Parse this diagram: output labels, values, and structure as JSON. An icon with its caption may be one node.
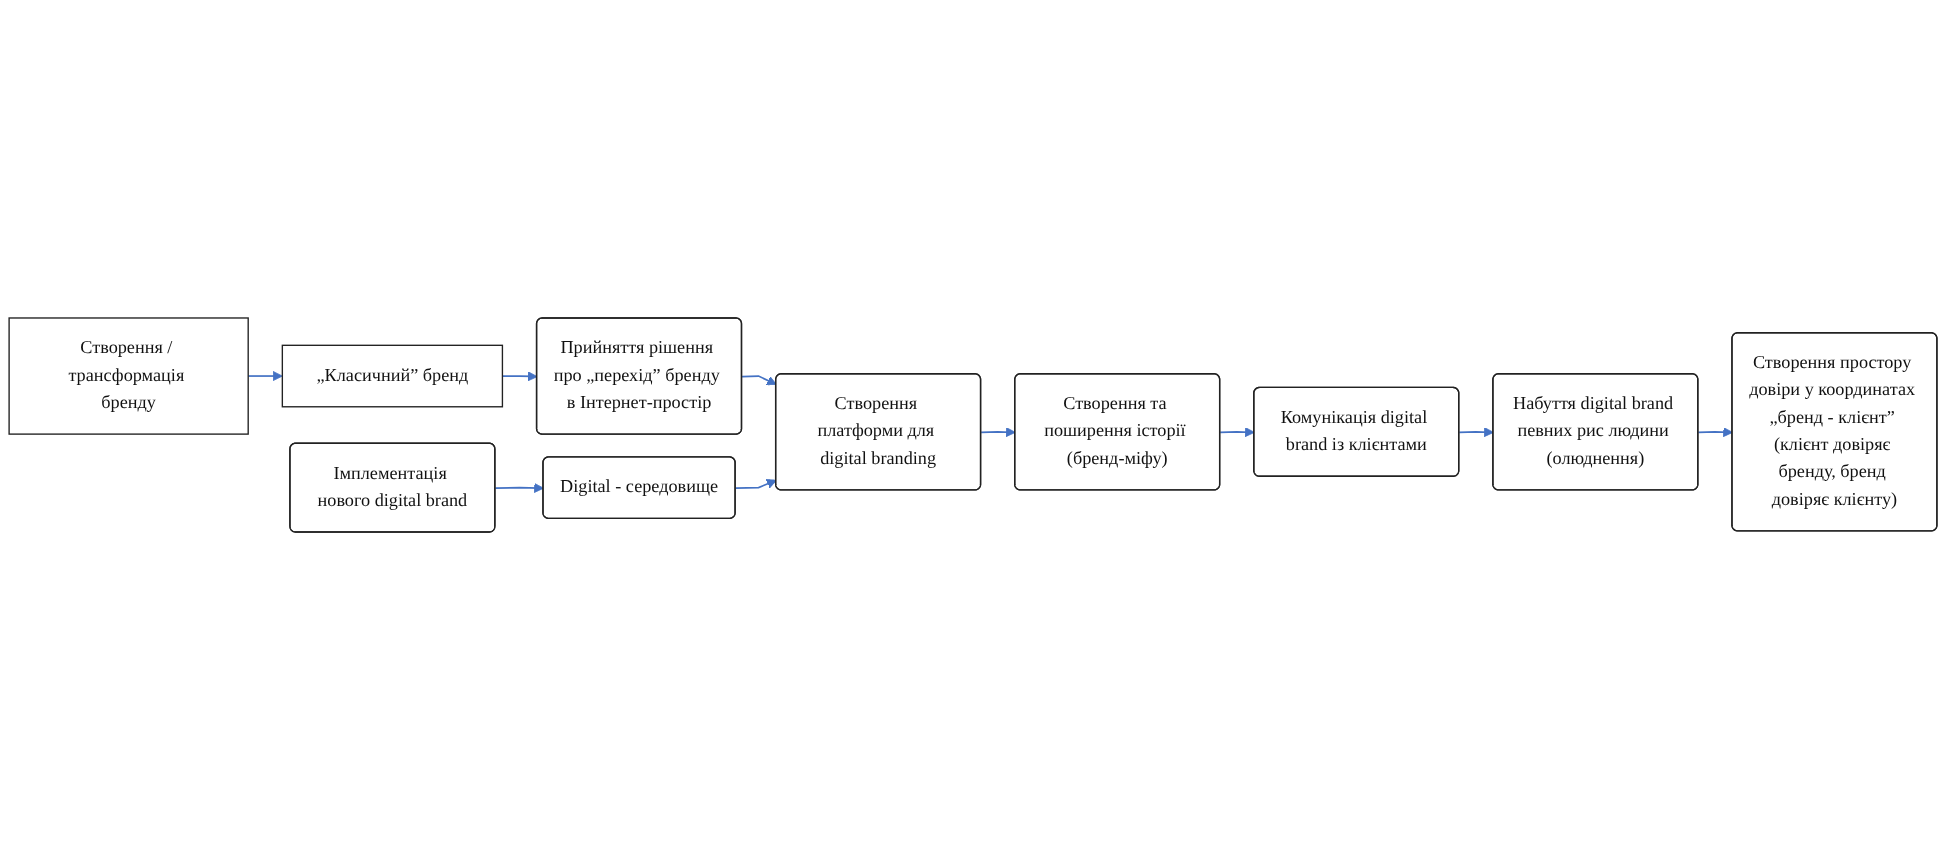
{
  "diagram": {
    "nodes": [
      {
        "text": [
          "Створення / трансформація бренду"
        ]
      },
      {
        "text": [
          "„Класичний” бренд"
        ]
      },
      {
        "text": [
          "Прийняття рішення про „перехід” бренду в Інтернет-простір"
        ]
      },
      {
        "text": [
          "Імплементація нового digital brand"
        ]
      },
      {
        "text": [
          "Digital - середовище"
        ]
      },
      {
        "text": [
          "Створення платформи для digital branding"
        ]
      },
      {
        "text": [
          "Створення та поширення історії (бренд-міфу)"
        ]
      },
      {
        "text": [
          "Комунікація digital brand із клієнтами"
        ]
      },
      {
        "text": [
          "Набуття digital brand певних рис людини (олюднення)"
        ]
      },
      {
        "text": [
          "Створення простору довіри у координатах „бренд - клієнт” (клієнт довіряє бренду, бренд довіряє клієнту)"
        ]
      }
    ],
    "edges": [
      {
        "from": 0,
        "to": 1,
        "arrow": "to"
      },
      {
        "from": 1,
        "to": 2,
        "arrow": "to"
      },
      {
        "from": 2,
        "to": 5,
        "arrow": "to"
      },
      {
        "from": 3,
        "to": 4,
        "arrow": "to"
      },
      {
        "from": 4,
        "to": 5,
        "arrow": "to"
      },
      {
        "from": 5,
        "to": 6,
        "arrow": "to"
      },
      {
        "from": 6,
        "to": 7,
        "arrow": "to"
      },
      {
        "from": 7,
        "to": 8,
        "arrow": "to"
      },
      {
        "from": 8,
        "to": 9,
        "arrow": "to"
      }
    ]
  }
}
